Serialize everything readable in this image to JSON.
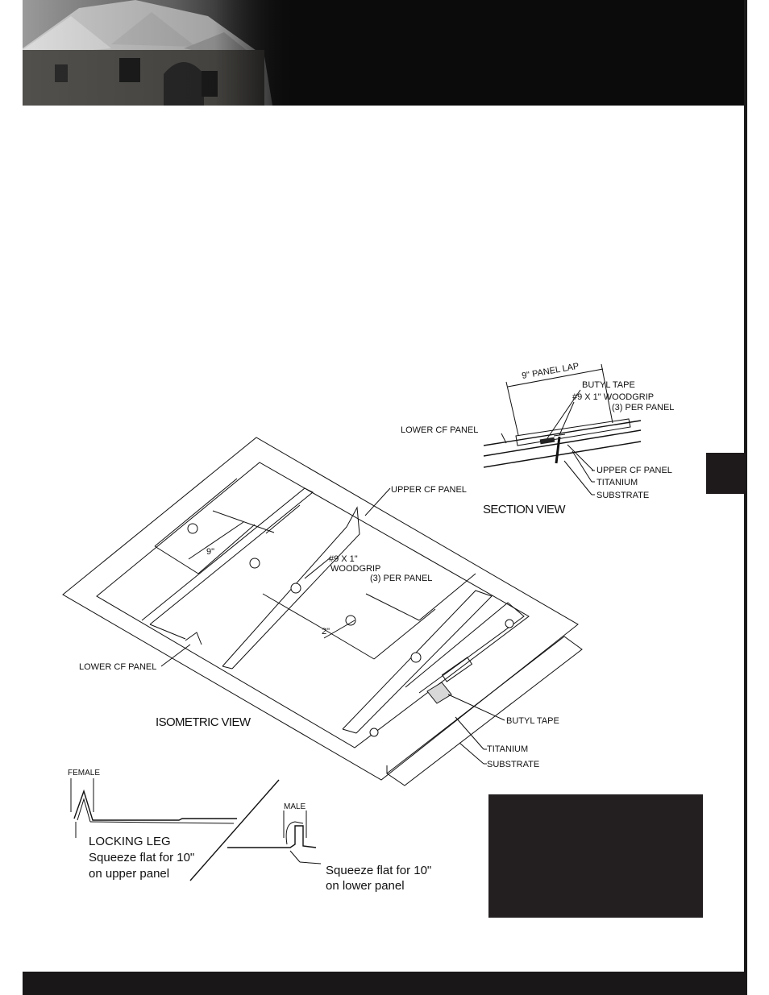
{
  "section_view": {
    "title": "SECTION VIEW",
    "panel_lap": "9\" PANEL LAP",
    "butyl_tape": "BUTYL TAPE",
    "woodgrip": "#9 X 1\" WOODGRIP",
    "per_panel": "(3) PER PANEL",
    "lower_cf_panel": "LOWER CF PANEL",
    "upper_cf_panel": "UPPER CF PANEL",
    "titanium": "TITANIUM",
    "substrate": "SUBSTRATE"
  },
  "isometric_view": {
    "title": "ISOMETRIC VIEW",
    "upper_cf_panel": "UPPER CF PANEL",
    "screw_label": "#9 X 1\"",
    "woodgrip": "WOODGRIP",
    "per_panel": "(3) PER PANEL",
    "dim_9": "9\"",
    "dim_2": "2\"",
    "lower_cf_panel": "LOWER CF PANEL",
    "butyl_tape": "BUTYL TAPE",
    "titanium": "TITANIUM",
    "substrate": "SUBSTRATE"
  },
  "profile_detail": {
    "female": "FEMALE",
    "male": "MALE",
    "locking_leg": "LOCKING LEG",
    "upper_note_1": "Squeeze flat for 10\"",
    "upper_note_2": "on upper panel",
    "lower_note_1": "Squeeze flat for 10\"",
    "lower_note_2": "on lower panel"
  },
  "colors": {
    "header": "#0b0b0b",
    "footer": "#1a1718",
    "note_box": "#231f20",
    "line": "#111111"
  }
}
